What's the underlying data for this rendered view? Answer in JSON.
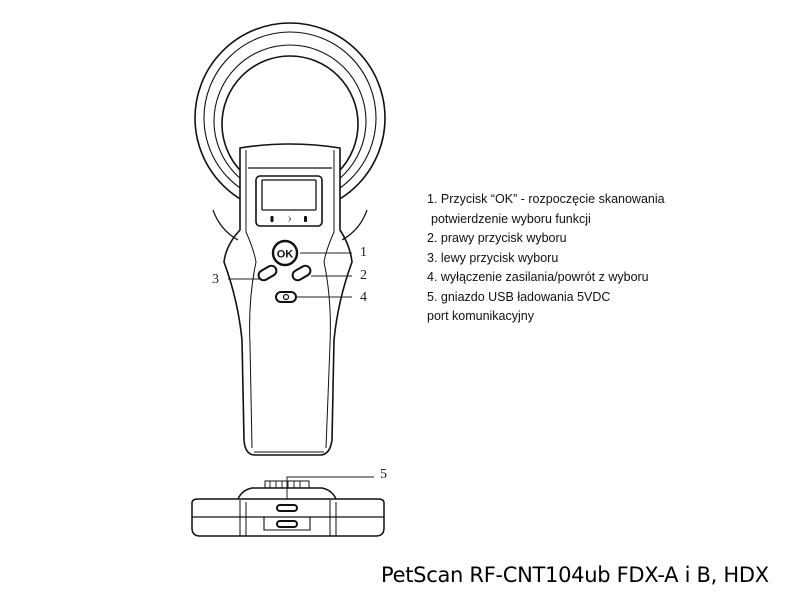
{
  "diagram": {
    "device": "handheld RFID pet microchip scanner",
    "screen_icons": [
      "battery-icon",
      "bluetooth-icon",
      "indicator-icon"
    ],
    "ok_button_label": "OK",
    "callouts": {
      "c1": "1",
      "c2": "2",
      "c3": "3",
      "c4": "4",
      "c5": "5"
    }
  },
  "legend": {
    "items": [
      "1. Przycisk “OK” - rozpoczęcie skanowania",
      " potwierdzenie wyboru funkcji",
      "2. prawy przycisk wyboru",
      "3. lewy przycisk wyboru",
      "4. wyłączenie zasilania/powrót z wyboru",
      "5. gniazdo USB ładowania 5VDC",
      "port komunikacyjny"
    ]
  },
  "caption": "PetScan RF-CNT104ub FDX-A i B, HDX"
}
